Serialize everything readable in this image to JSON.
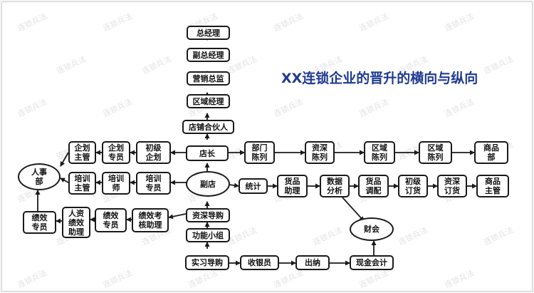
{
  "title": "XX连锁企业的晋升的横向与纵向",
  "watermark": "连锁兵法",
  "colors": {
    "title": "#1f3a93",
    "border": "#1a1a1a",
    "watermark": "#a0a0a0"
  },
  "nodes": {
    "zongjingli": "总经理",
    "fuzongjingli": "副总经理",
    "yingxiaozongjian": "营销总监",
    "quyujingli": "区域经理",
    "dianpuhehuoren": "店铺合伙人",
    "dianzhang": "店长",
    "fudian": "副店",
    "zishendaogou": "资深导购",
    "gongnengxiaozu": "功能小组",
    "shixidaogou": "实习导购",
    "shouyinyuan": "收银员",
    "chuna": "出纳",
    "xianjinkuaiji": "现金会计",
    "caihui": "财会",
    "renshibu": "人事\n部",
    "qihuazhuguan": "企划\n主管",
    "qihuazhuanyuan": "企划\n专员",
    "chujiqihua": "初级\n企划",
    "peixunzhuguan": "培训\n主管",
    "peixunshi": "培训\n师",
    "peixunzhuanyuan": "培训\n专员",
    "jixiaozhuanyuan1": "绩效\n专员",
    "renzijixiaozhuli": "人资\n绩效\n助理",
    "jixiaozhuanyuan2": "绩效\n专员",
    "jixiaokaohezhuli": "绩效考\n核助理",
    "bumenchenlie": "部门\n陈列",
    "zishenchenlie": "资深\n陈列",
    "quyuchenlie1": "区域\n陈列",
    "quyuchenlie2": "区域\n陈列",
    "shangpinbu": "商品\n部",
    "tongji": "统计",
    "huopinzhuli": "货品\n助理",
    "shujufenxi": "数据\n分析",
    "huopintiaopei": "货品\n调配",
    "chujidinghuo": "初级\n订货",
    "zishendinghuo": "资深\n订货",
    "shangpinzhuguan": "商品\n主管"
  }
}
